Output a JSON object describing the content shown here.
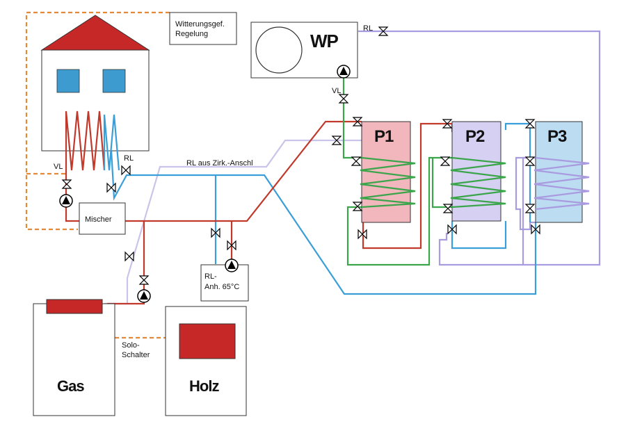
{
  "colors": {
    "supply_red": "#c0392b",
    "return_blue": "#3a9fd8",
    "heatpump_green": "#3aa54a",
    "heatpump_return_lilac": "#a99be0",
    "circulation_lilac": "#c8c4ea",
    "control_orange": "#e38a3a",
    "roof_red": "#c62828",
    "window_blue": "#3d9bd0",
    "p1_fill": "#f2b6bd",
    "p2_fill": "#d6d0f3",
    "p3_fill": "#bcdcf1",
    "burner_red": "#c62828"
  },
  "labels": {
    "weather_control": "Witterungsgef. Regelung",
    "weather_control_line1": "Witterungsgef.",
    "weather_control_line2": "Regelung",
    "heat_pump": "WP",
    "heat_pump_return": "RL",
    "heat_pump_supply": "VL",
    "house_supply": "VL",
    "house_return": "RL",
    "circulation_return": "RL aus Zirk.-Anschl",
    "mixer": "Mischer",
    "return_boost_line1": "RL-",
    "return_boost_line2": "Anh. 65°C",
    "solo_switch_line1": "Solo-",
    "solo_switch_line2": "Schalter",
    "gas_boiler": "Gas",
    "wood_boiler": "Holz",
    "buffer_1": "P1",
    "buffer_2": "P2",
    "buffer_3": "P3"
  },
  "icons": {
    "pump": "pump-icon",
    "valve": "shutoff-valve-icon",
    "circulation_pump": "heat-pump-fan-icon"
  }
}
